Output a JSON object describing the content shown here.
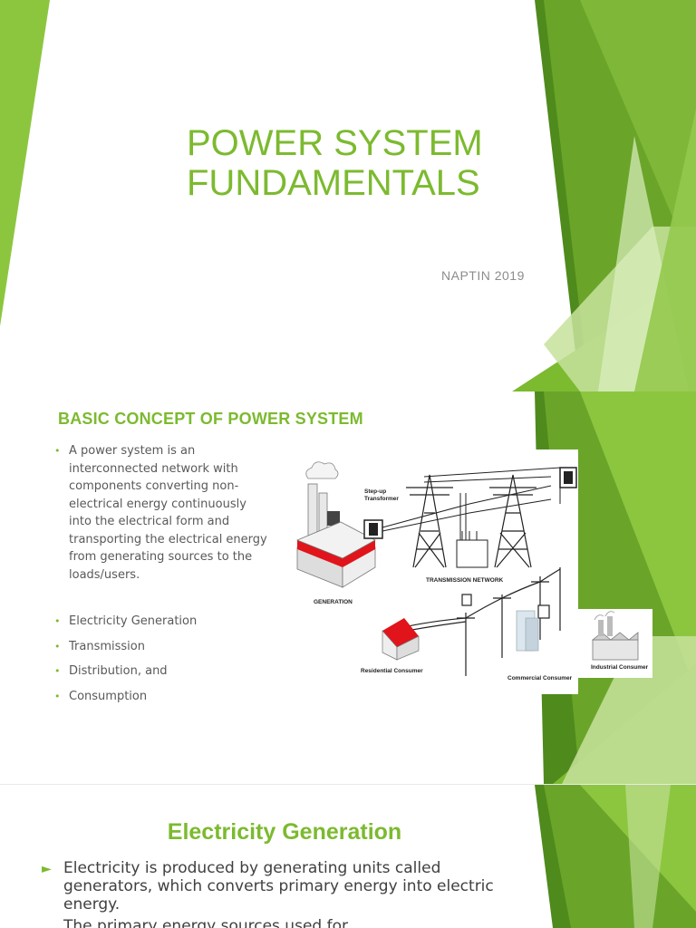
{
  "slides": [
    {
      "title_lines": [
        "POWER SYSTEM",
        "FUNDAMENTALS"
      ],
      "subtitle": "NAPTIN 2019"
    },
    {
      "title": "BASIC CONCEPT OF POWER SYSTEM",
      "description": "A power system is an interconnected network with components converting non-electrical energy continuously into the electrical form and transporting the electrical energy from generating sources to the loads/users.",
      "bullets": [
        "Electricity Generation",
        "Transmission",
        "Distribution, and",
        "Consumption"
      ],
      "diagram_labels": {
        "generation": "GENERATION",
        "step_up_line1": "Step-up",
        "step_up_line2": "Transformer",
        "transmission": "TRANSMISSION NETWORK",
        "residential": "Residential Consumer",
        "commercial": "Commercial Consumer",
        "industrial": "Industrial Consumer"
      }
    },
    {
      "title": "Electricity Generation",
      "paragraph": "Electricity is produced by generating units called generators, which converts primary energy into electric energy.",
      "paragraph_partial": "The primary energy sources used for"
    }
  ],
  "colors": {
    "accent_green": "#7cba2f",
    "dark_green": "#4f8a1c",
    "light_green": "#b9d98a",
    "red_roof": "#e1141b"
  }
}
